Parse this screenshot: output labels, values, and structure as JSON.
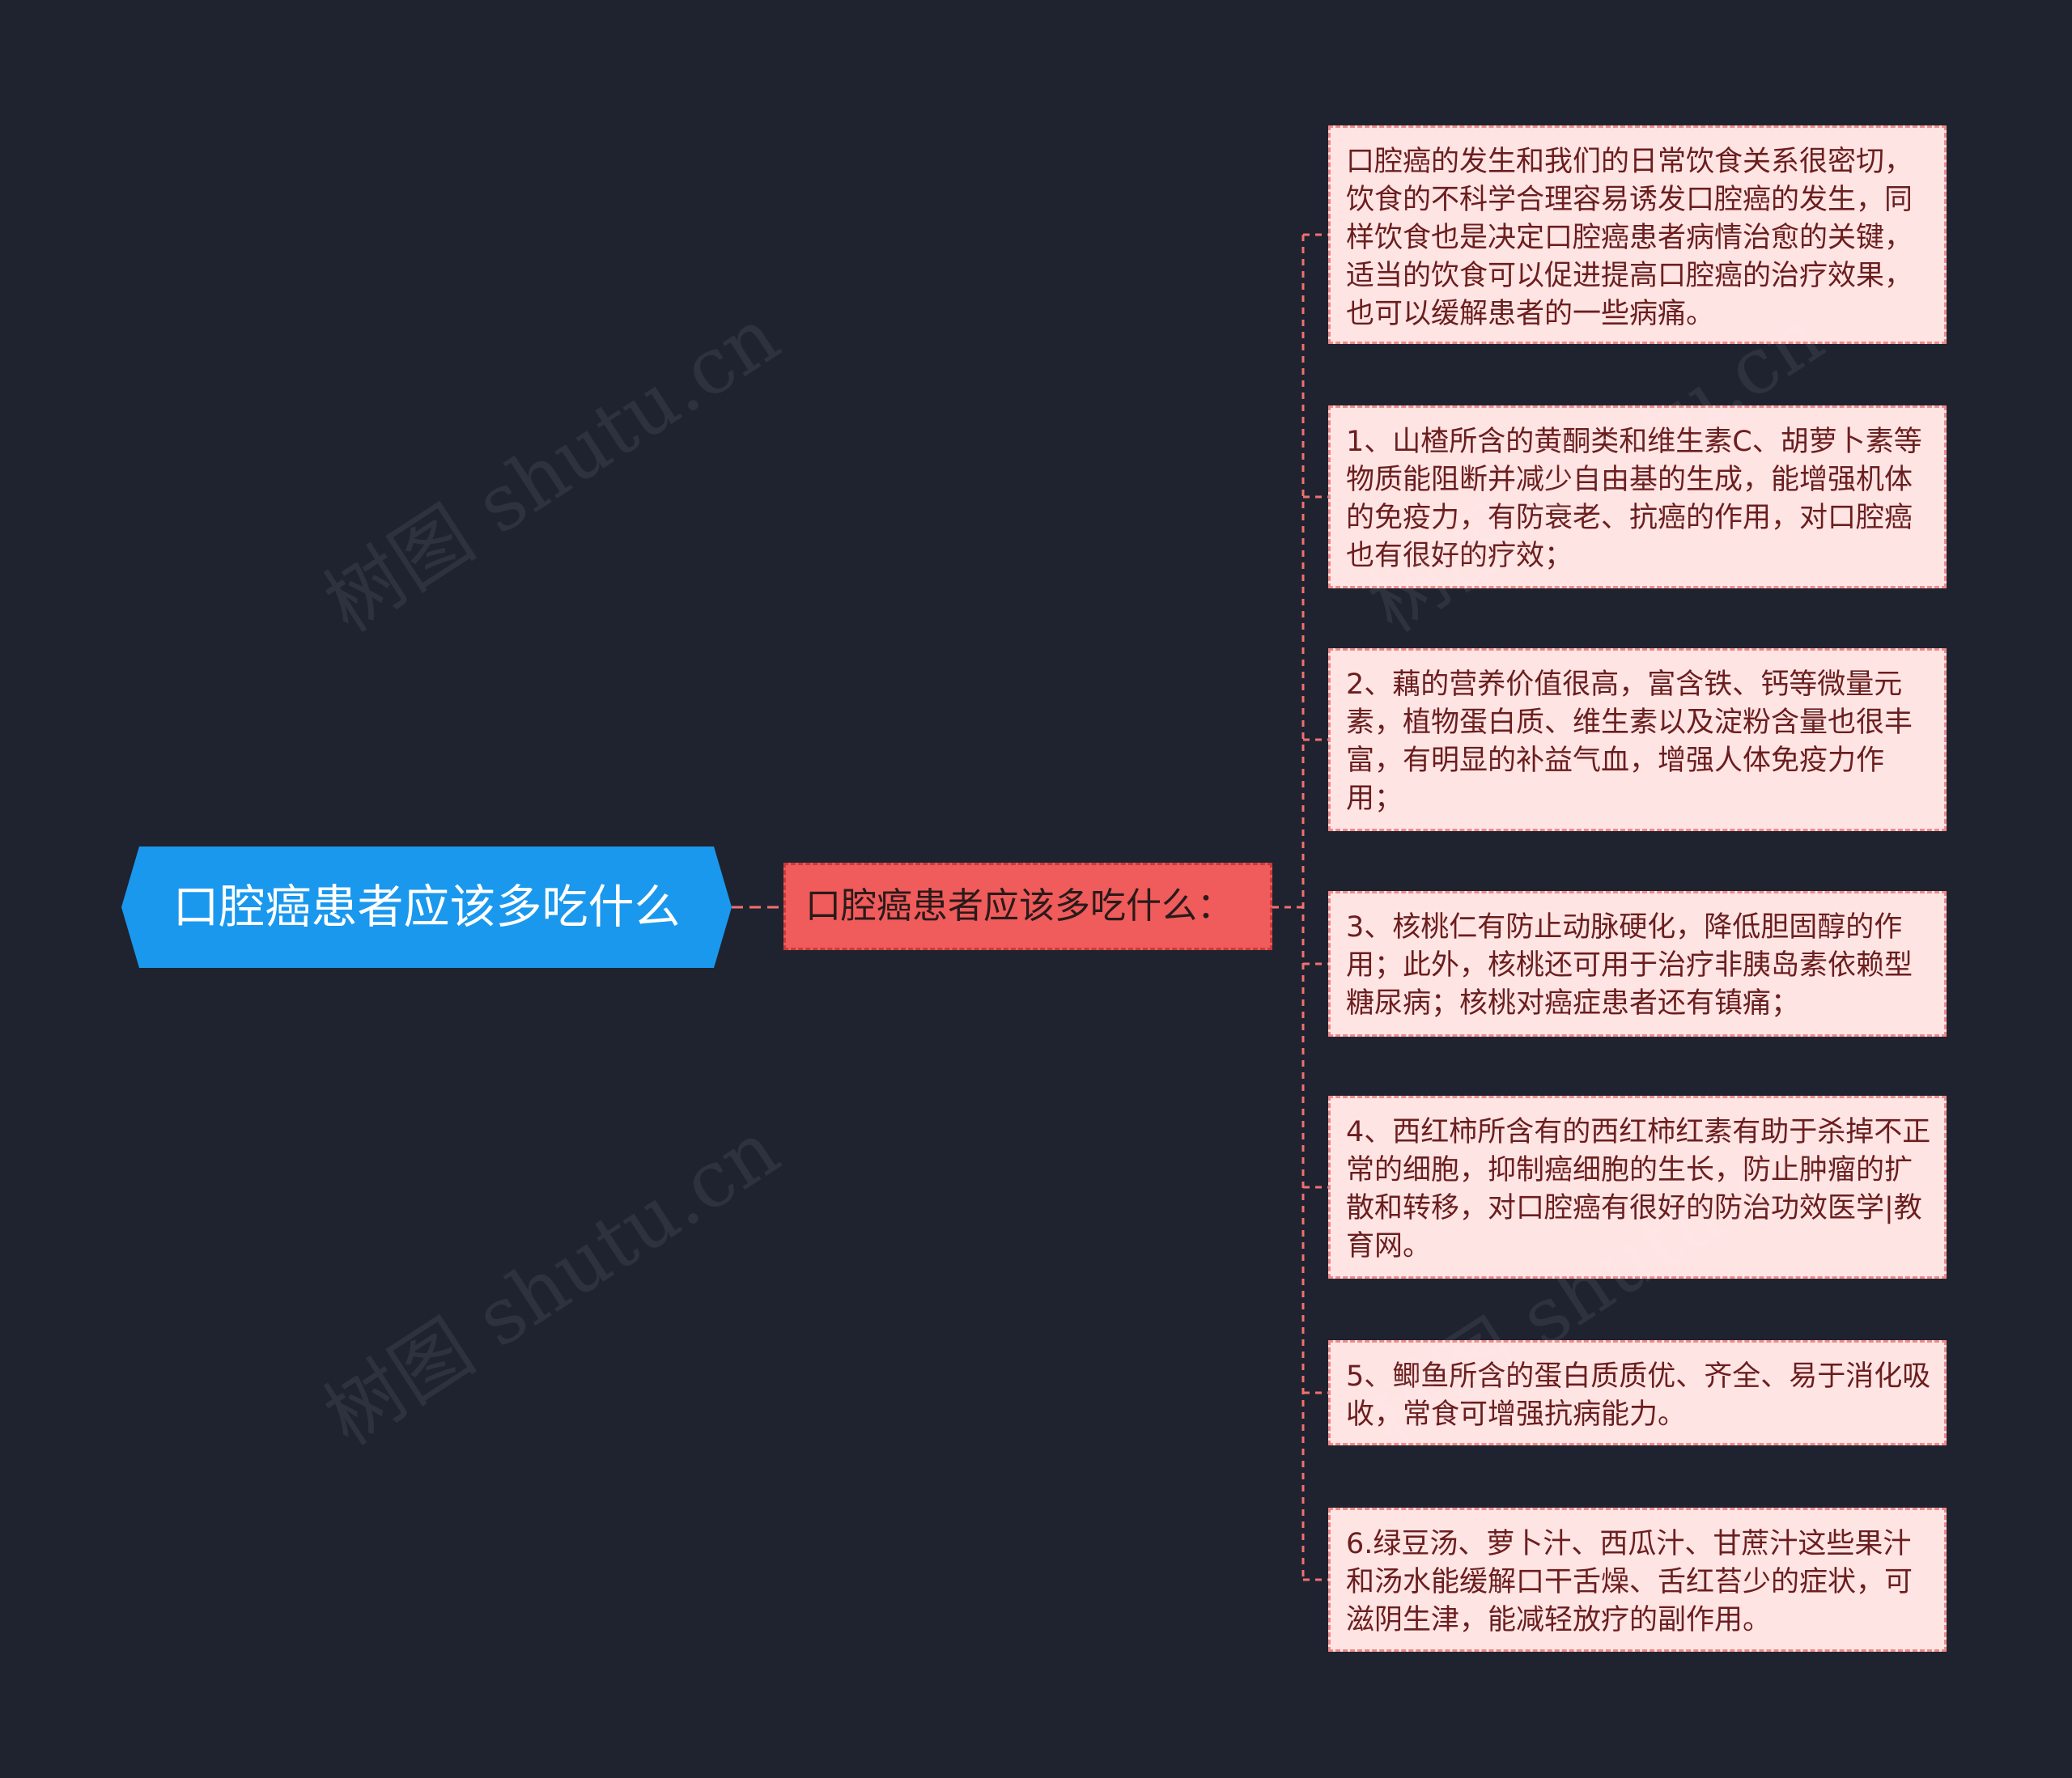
{
  "root": {
    "label": "口腔癌患者应该多吃什么"
  },
  "branch": {
    "label": "口腔癌患者应该多吃什么："
  },
  "items": [
    {
      "text": "口腔癌的发生和我们的日常饮食关系很密切，饮食的不科学合理容易诱发口腔癌的发生，同样饮食也是决定口腔癌患者病情治愈的关键，适当的饮食可以促进提高口腔癌的治疗效果，也可以缓解患者的一些病痛。"
    },
    {
      "text": "1、山楂所含的黄酮类和维生素C、胡萝卜素等物质能阻断并减少自由基的生成，能增强机体的免疫力，有防衰老、抗癌的作用，对口腔癌也有很好的疗效；"
    },
    {
      "text": "2、藕的营养价值很高，富含铁、钙等微量元素，植物蛋白质、维生素以及淀粉含量也很丰富，有明显的补益气血，增强人体免疫力作用；"
    },
    {
      "text": "3、核桃仁有防止动脉硬化，降低胆固醇的作用；此外，核桃还可用于治疗非胰岛素依赖型糖尿病；核桃对癌症患者还有镇痛；"
    },
    {
      "text": "4、西红柿所含有的西红柿红素有助于杀掉不正常的细胞，抑制癌细胞的生长，防止肿瘤的扩 散和转移，对口腔癌有很好的防治功效医学|教育网。"
    },
    {
      "text": "5、鲫鱼所含的蛋白质质优、齐全、易于消化吸收，常食可增强抗病能力。"
    },
    {
      "text": "6.绿豆汤、萝卜汁、西瓜汁、甘蔗汁这些果汁和汤水能缓解口干舌燥、舌红苔少的症状，可滋阴生津，能减轻放疗的副作用。"
    }
  ],
  "watermark": {
    "text": "树图 shutu.cn"
  },
  "colors": {
    "background": "#1f2330",
    "root_fill": "#1a98ee",
    "branch_fill": "#f05b5b",
    "leaf_fill": "#ffe4e4",
    "connector": "#f07070"
  }
}
